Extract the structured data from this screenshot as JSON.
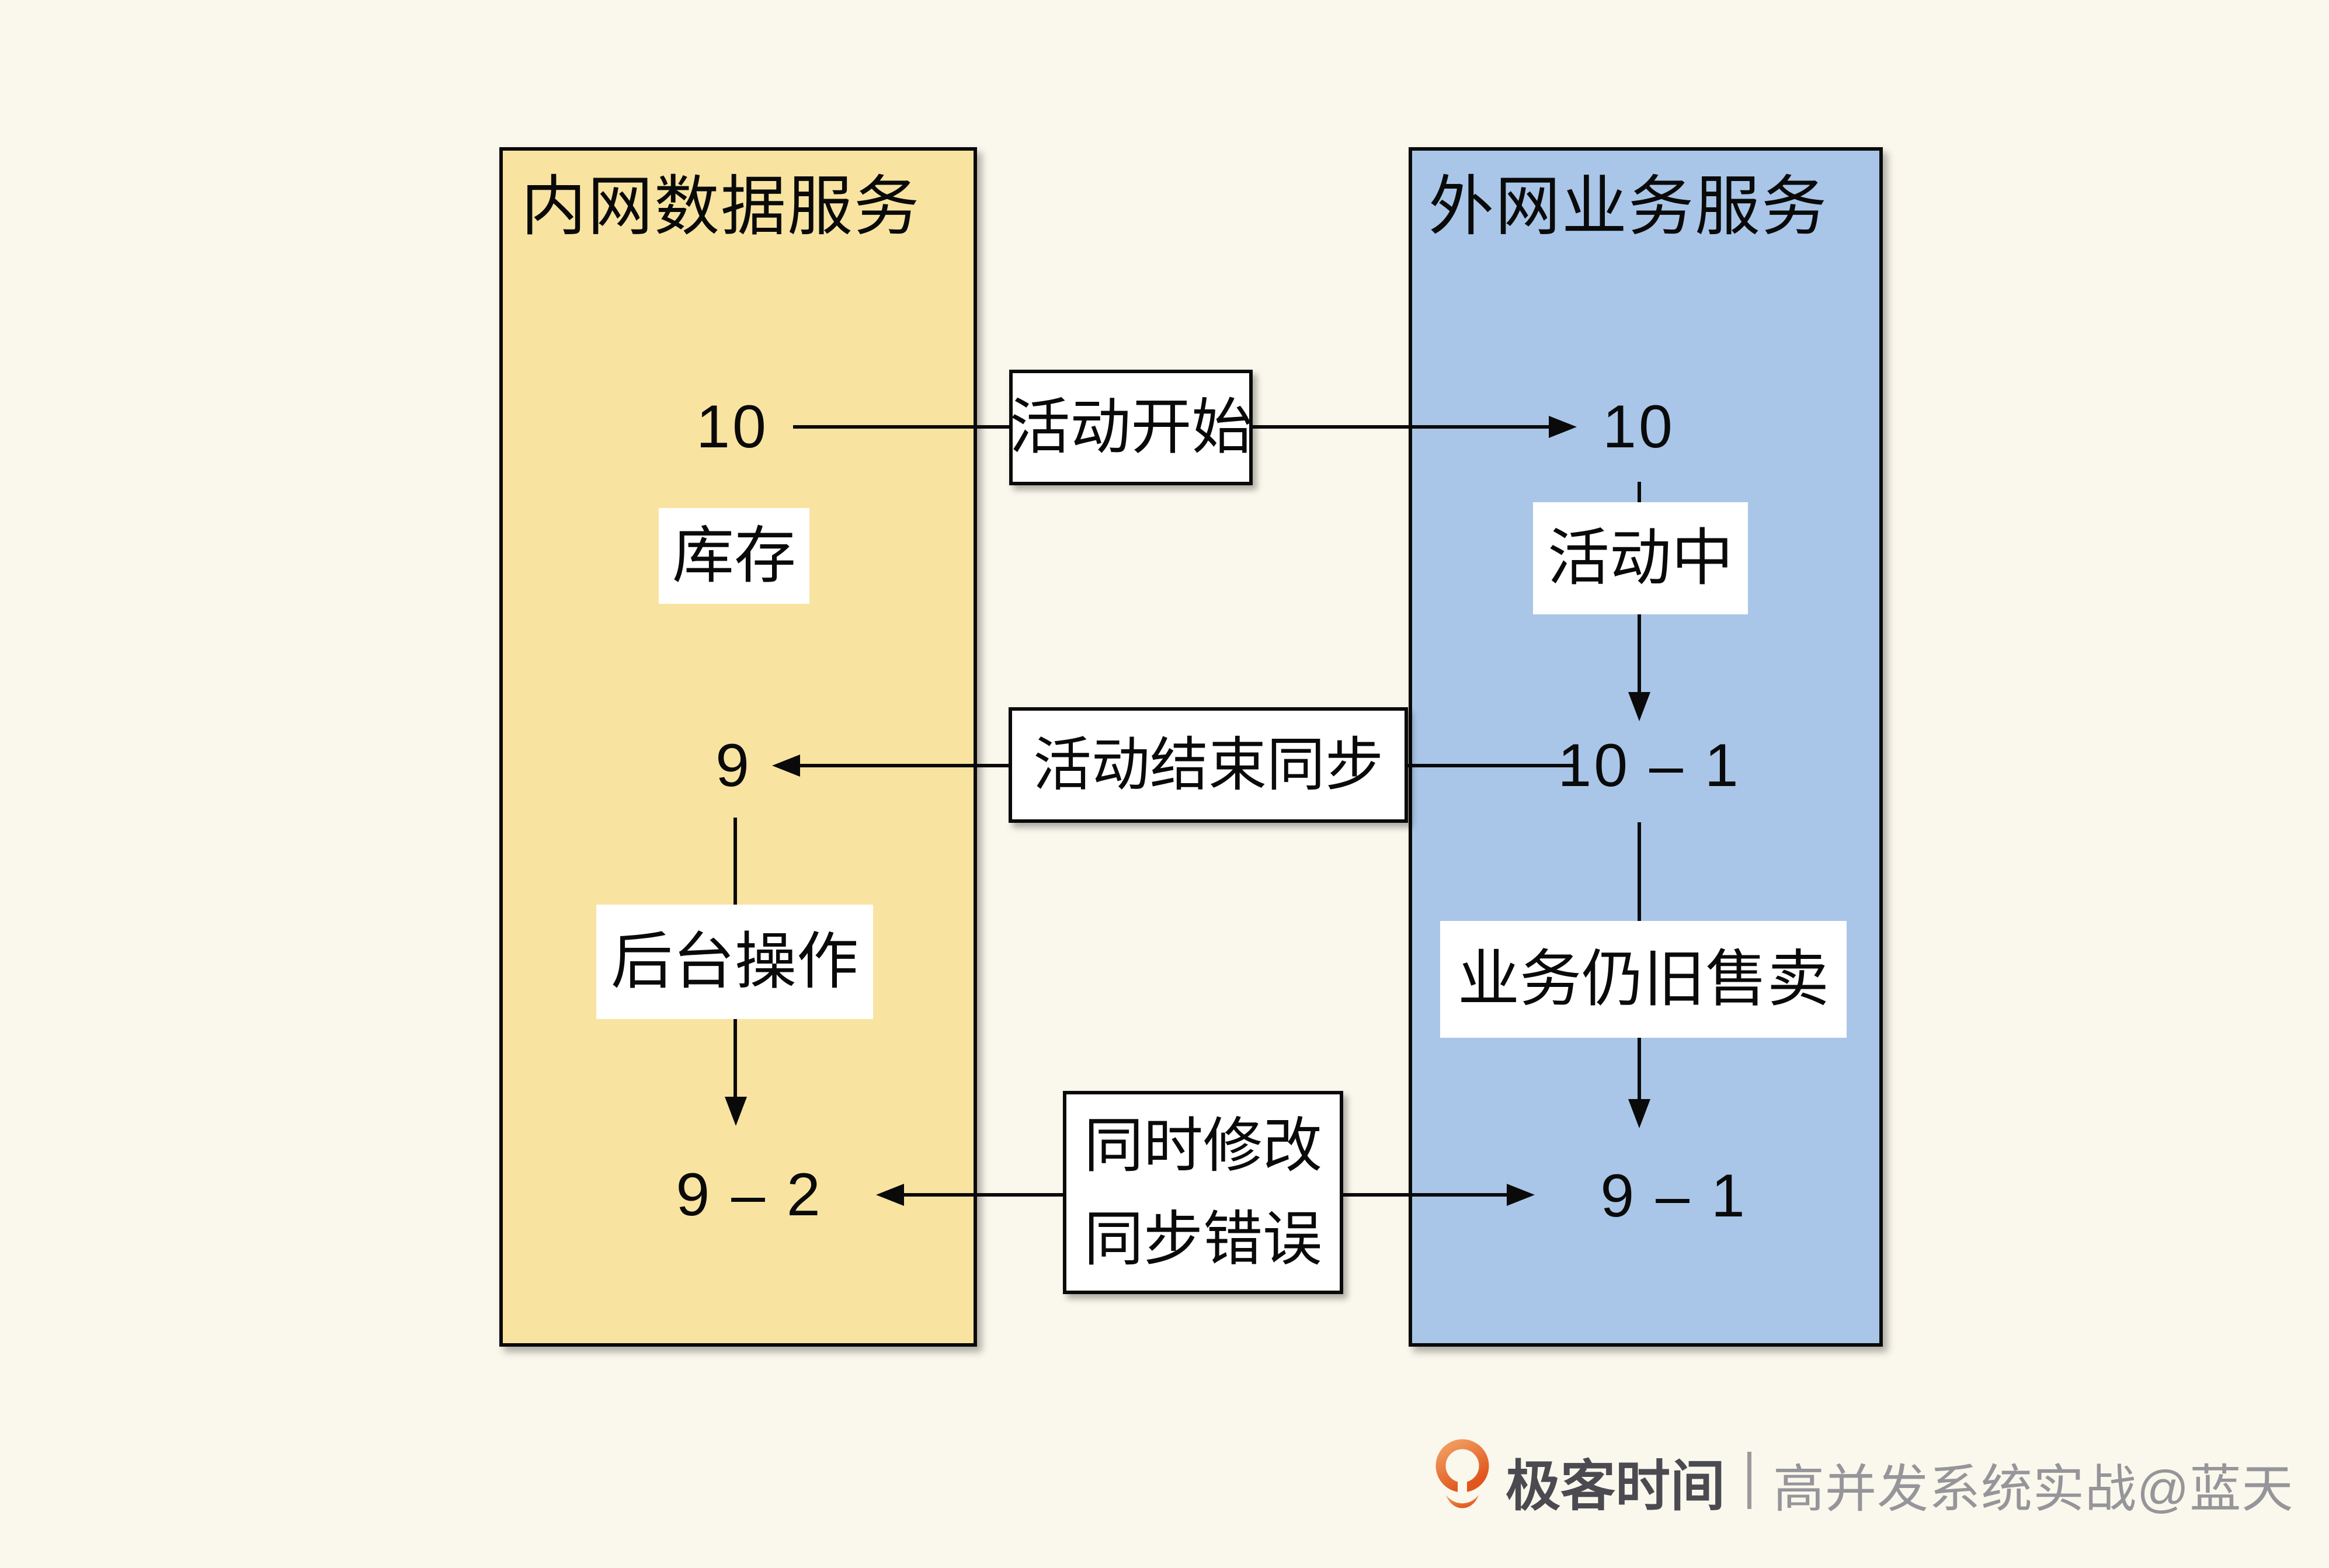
{
  "page": {
    "background": "#FAF7EC",
    "line_color": "#0A0A0A"
  },
  "panels": {
    "internal": {
      "title": "内网数据服务",
      "fill": "#F8E3A1",
      "stock_label": "库存",
      "backend_label": "后台操作",
      "value_initial": "10",
      "value_after_sync": "9",
      "value_final": "9 – 2"
    },
    "external": {
      "title": "外网业务服务",
      "fill": "#A9C6E8",
      "active_label": "活动中",
      "selling_label": "业务仍旧售卖",
      "value_initial": "10",
      "value_during": "10 – 1",
      "value_final": "9 – 1"
    }
  },
  "connectors": {
    "activity_start": "活动开始",
    "activity_end_sync": "活动结束同步",
    "conflict_line1": "同时修改",
    "conflict_line2": "同步错误"
  },
  "footer": {
    "brand": "极客时间",
    "credit": "高并发系统实战@蓝天",
    "brand_color": "#4A4A50",
    "credit_color": "#95959A",
    "logo_orange_light": "#F2A164",
    "logo_orange_dark": "#E0561C"
  }
}
